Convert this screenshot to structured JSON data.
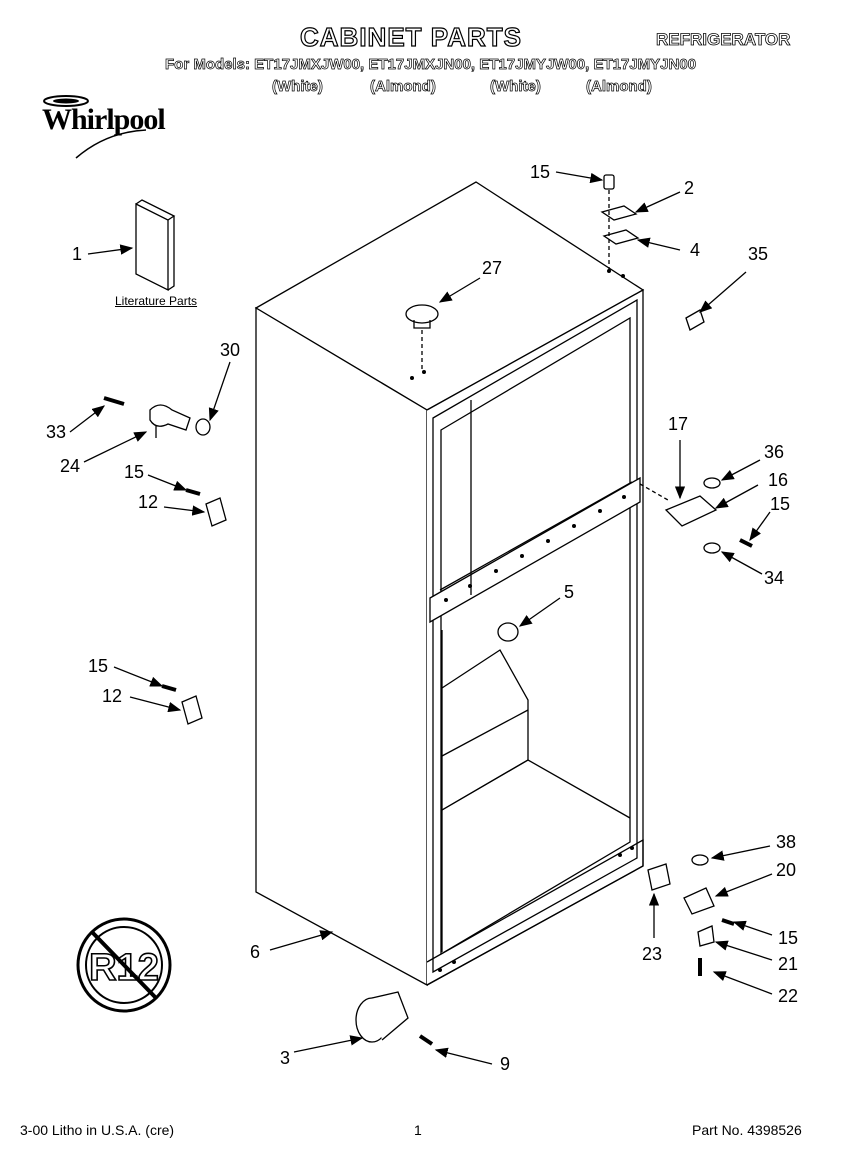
{
  "header": {
    "title": "CABINET PARTS",
    "category": "REFRIGERATOR",
    "models_line": "For Models: ET17JMXJW00, ET17JMXJN00, ET17JMYJW00, ET17JMYJN00",
    "finishes": [
      "(White)",
      "(Almond)",
      "(White)",
      "(Almond)"
    ],
    "brand": "Whirlpool"
  },
  "literature_label": "Literature Parts",
  "badge": {
    "text": "R12"
  },
  "callouts": [
    {
      "id": "c1",
      "num": "1"
    },
    {
      "id": "c2",
      "num": "2"
    },
    {
      "id": "c3",
      "num": "3"
    },
    {
      "id": "c4",
      "num": "4"
    },
    {
      "id": "c5",
      "num": "5"
    },
    {
      "id": "c6",
      "num": "6"
    },
    {
      "id": "c9",
      "num": "9"
    },
    {
      "id": "c12a",
      "num": "12"
    },
    {
      "id": "c12b",
      "num": "12"
    },
    {
      "id": "c15a",
      "num": "15"
    },
    {
      "id": "c15b",
      "num": "15"
    },
    {
      "id": "c15c",
      "num": "15"
    },
    {
      "id": "c15d",
      "num": "15"
    },
    {
      "id": "c15e",
      "num": "15"
    },
    {
      "id": "c16",
      "num": "16"
    },
    {
      "id": "c17",
      "num": "17"
    },
    {
      "id": "c20",
      "num": "20"
    },
    {
      "id": "c21",
      "num": "21"
    },
    {
      "id": "c22",
      "num": "22"
    },
    {
      "id": "c23",
      "num": "23"
    },
    {
      "id": "c24",
      "num": "24"
    },
    {
      "id": "c27",
      "num": "27"
    },
    {
      "id": "c30",
      "num": "30"
    },
    {
      "id": "c33",
      "num": "33"
    },
    {
      "id": "c34",
      "num": "34"
    },
    {
      "id": "c35",
      "num": "35"
    },
    {
      "id": "c36",
      "num": "36"
    },
    {
      "id": "c38",
      "num": "38"
    }
  ],
  "footer": {
    "litho": "3-00 Litho in U.S.A. (cre)",
    "page": "1",
    "part_no": "Part No. 4398526"
  }
}
